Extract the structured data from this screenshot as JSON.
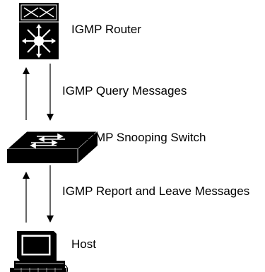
{
  "diagram": {
    "nodes": {
      "router": {
        "label": "IGMP Router",
        "icon": "multilayer-router-icon"
      },
      "switch": {
        "label": "IGMP Snooping Switch",
        "icon": "network-switch-icon"
      },
      "host": {
        "label": "Host",
        "icon": "workstation-computer-icon"
      }
    },
    "messages": {
      "query": {
        "label": "IGMP Query Messages",
        "direction": "router-to-switch"
      },
      "report": {
        "label": "IGMP Report and Leave Messages",
        "direction": "host-to-switch"
      }
    }
  }
}
